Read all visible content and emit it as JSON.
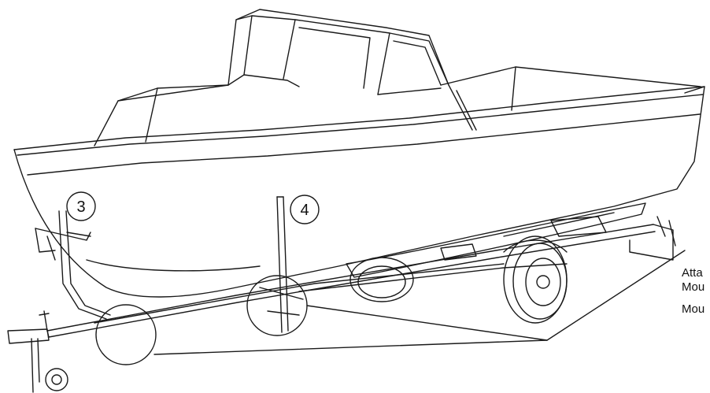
{
  "callouts": [
    {
      "id": "3",
      "label": "3"
    },
    {
      "id": "4",
      "label": "4"
    }
  ],
  "side_labels": [
    "Atta",
    "Mou",
    "Mou"
  ],
  "colors": {
    "line": "#1a1a1a",
    "paper": "#ffffff"
  }
}
